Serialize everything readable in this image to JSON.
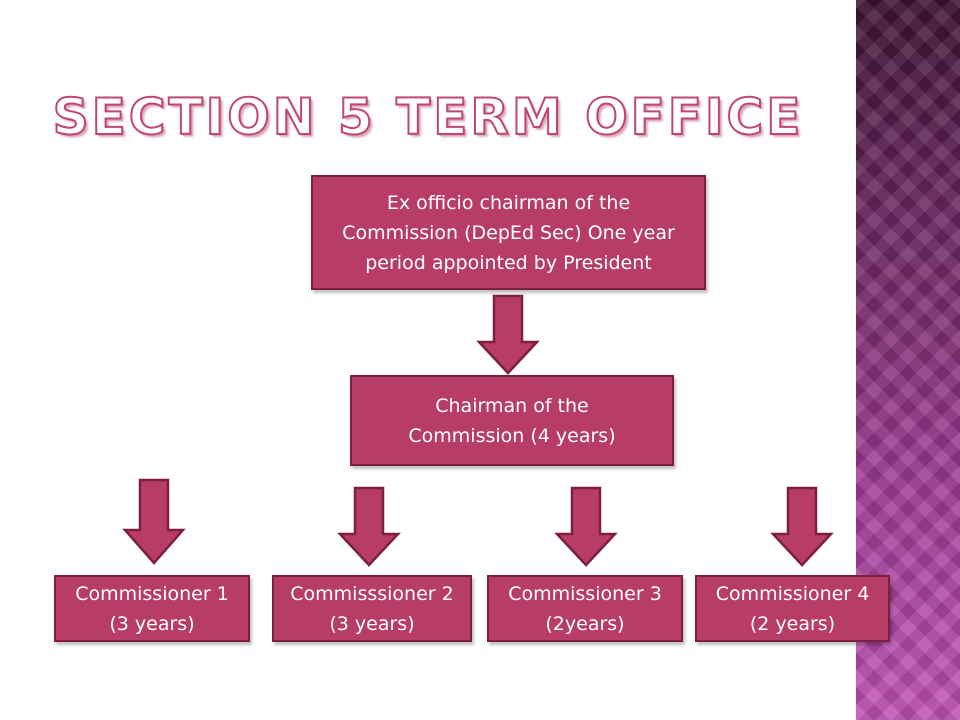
{
  "title": "Section 5 Term Office",
  "top_box": "Ex officio chairman of the\nCommission (DepEd Sec) One year\nperiod appointed by President",
  "chairman_box": "Chairman of the\nCommission (4 years)",
  "commissioners": [
    "Commissioner 1\n(3 years)",
    "Commisssioner 2\n(3 years)",
    "Commissioner 3\n(2years)",
    "Commissioner 4\n(2 years)"
  ],
  "colors": {
    "box_fill": "#b83d66",
    "box_border": "#7d1f42",
    "arrow_fill": "#b83d66",
    "title_stroke": "#c0486e",
    "side_strip": "#9b3b92"
  }
}
